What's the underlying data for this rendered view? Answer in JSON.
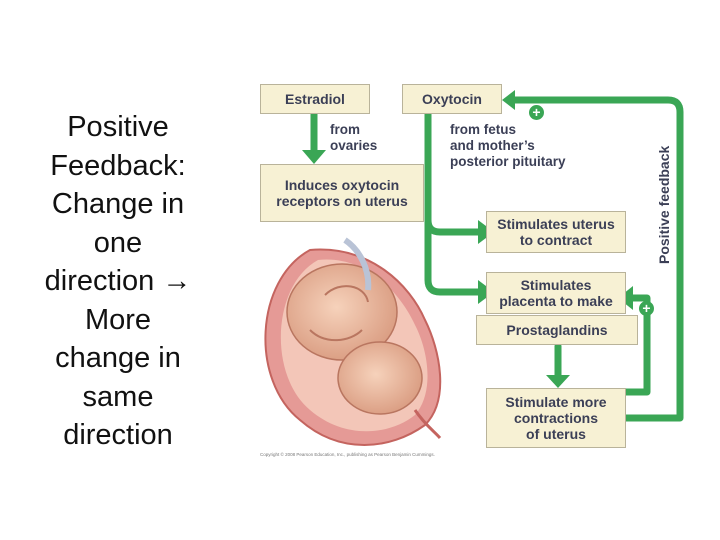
{
  "slide": {
    "lines": [
      "Positive",
      "Feedback:",
      "Change in",
      "one",
      "direction →",
      "More",
      "change in",
      "same",
      "direction"
    ]
  },
  "diagram": {
    "estradiol": "Estradiol",
    "oxytocin": "Oxytocin",
    "from_ovaries": [
      "from",
      "ovaries"
    ],
    "from_fetus": [
      "from fetus",
      "and mother’s",
      "posterior pituitary"
    ],
    "induces": [
      "Induces oxytocin",
      "receptors on uterus"
    ],
    "stim_uterus": [
      "Stimulates uterus",
      "to contract"
    ],
    "stim_placenta": [
      "Stimulates",
      "placenta to make"
    ],
    "prostaglandins": "Prostaglandins",
    "stim_more": [
      "Stimulate more",
      "contractions",
      "of uterus"
    ],
    "plus": "+",
    "positive_feedback": "Positive feedback",
    "copyright": "Copyright © 2008 Pearson Education, Inc., publishing as Pearson Benjamin Cummings.",
    "arrow_color": "#3aa655"
  }
}
